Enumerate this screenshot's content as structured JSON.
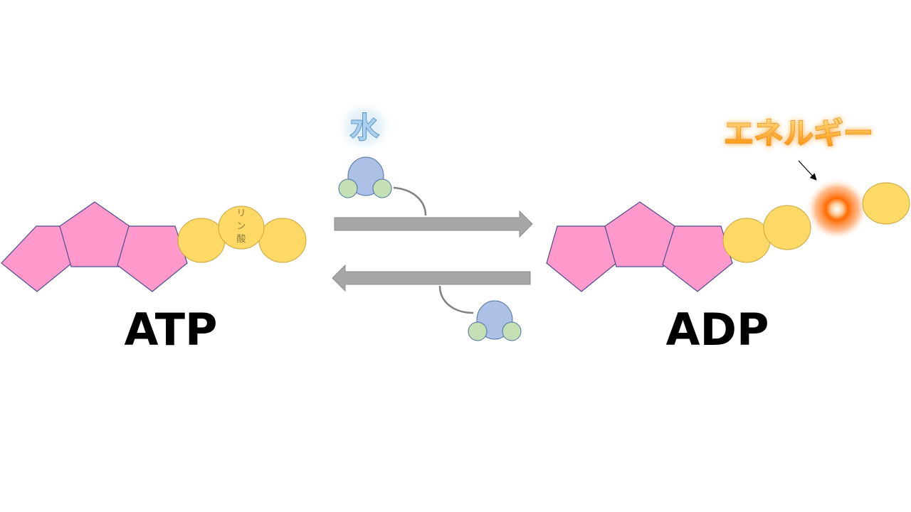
{
  "molecules": {
    "left_label": "ATP",
    "right_label": "ADP",
    "phosphate_label_1": "リ",
    "phosphate_label_2": "ン",
    "phosphate_label_3": "酸"
  },
  "water": {
    "label": "水"
  },
  "energy": {
    "label": "エネルギー"
  },
  "colors": {
    "sugar": "#ff99cc",
    "phosphate": "#ffd966",
    "water_oxygen": "#adc0e6",
    "water_hydrogen": "#c5e0b4",
    "arrow": "#a6a6a6",
    "energy_glow": "#ff6a00"
  }
}
